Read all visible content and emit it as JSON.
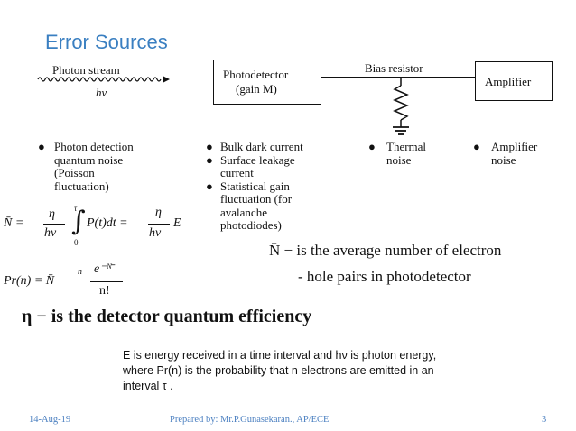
{
  "slide": {
    "title": "Error Sources"
  },
  "diagram": {
    "photon_stream_label": "Photon stream",
    "photon_energy_label": "hν",
    "photodetector_label": "Photodetector",
    "photodetector_gain": "(gain M)",
    "bias_resistor_label": "Bias resistor",
    "amplifier_label": "Amplifier",
    "noise_sources": {
      "photon": [
        "Photon detection",
        "quantum noise",
        "(Poisson",
        "fluctuation)"
      ],
      "detector_1": [
        "Bulk dark current"
      ],
      "detector_2": [
        "Surface leakage",
        "current"
      ],
      "detector_3": [
        "Statistical gain",
        "fluctuation (for",
        "avalanche",
        "photodiodes)"
      ],
      "thermal": [
        "Thermal",
        "noise"
      ],
      "amplifier": [
        "Amplifier",
        "noise"
      ]
    }
  },
  "equations": {
    "avg_eq_lhs": "N̄ =",
    "avg_eq_eta": "η",
    "avg_eq_hv": "hν",
    "avg_eq_upper": "τ",
    "avg_eq_lower": "0",
    "avg_eq_integrand": "P(t)dt =",
    "avg_eq_E": "E",
    "prob_eq_lhs": "Pr(n) = N̄",
    "prob_eq_sup": "n",
    "prob_eq_num": "e⁻ᴺ̄",
    "prob_eq_den": "n!",
    "avg_desc_line1": "N̄ − is the average number of electron",
    "avg_desc_line2": "- hole pairs in photodetector",
    "eta_desc": "η − is the detector quantum efficiency"
  },
  "explanation": {
    "line1": "E is energy received in a time interval   and  hν   is photon energy,",
    "line2": "where  Pr(n) is the probability that n electrons are emitted in an",
    "line3": "interval  τ  ."
  },
  "footer": {
    "date": "14-Aug-19",
    "credit": "Prepared by: Mr.P.Gunasekaran., AP/ECE",
    "page_number": "3"
  }
}
